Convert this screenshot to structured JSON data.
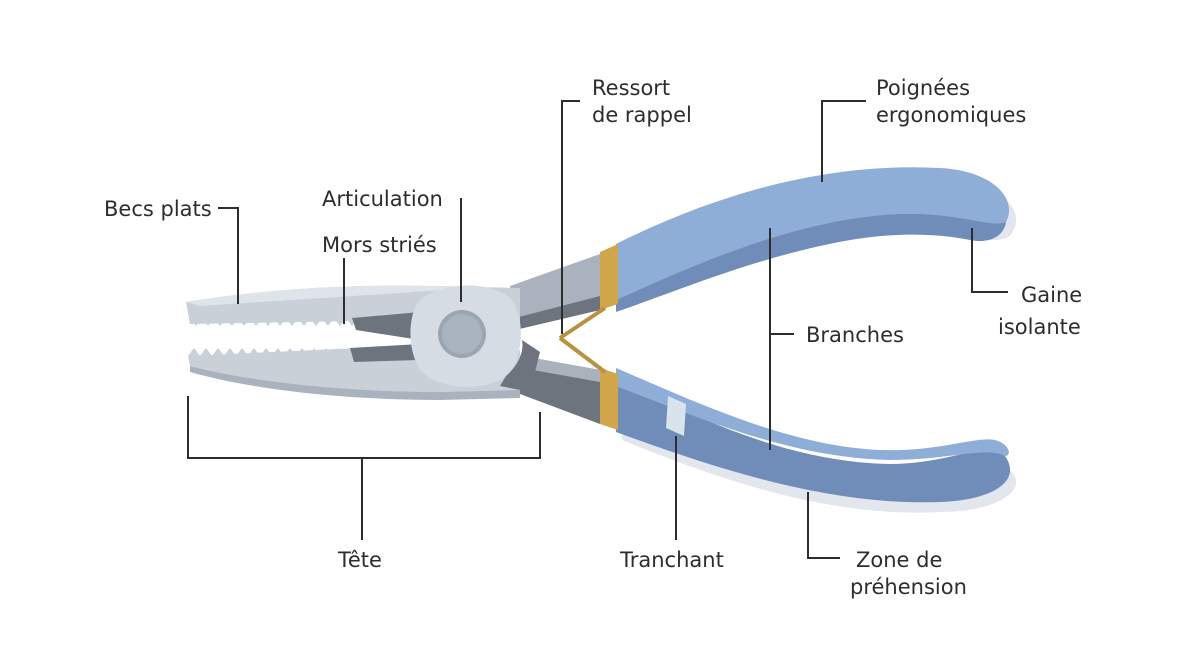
{
  "labels": {
    "becs_plats": "Becs plats",
    "articulation": "Articulation",
    "mors_stries": "Mors striés",
    "ressort_l1": "Ressort",
    "ressort_l2": "de rappel",
    "poignees_l1": "Poignées",
    "poignees_l2": "ergonomiques",
    "gaine_l1": "Gaine",
    "gaine_l2": "isolante",
    "branches": "Branches",
    "tete": "Tête",
    "tranchant": "Tranchant",
    "zone_l1": "Zone de",
    "zone_l2": "préhension"
  },
  "colors": {
    "handle": "#8eaed8",
    "handle_dark": "#6f8db8",
    "handle_shadow": "#e3e6ec",
    "collar": "#d1a54a",
    "metal_light": "#c9d0d8",
    "metal_mid": "#a9b2bd",
    "metal_dark": "#6d747d",
    "pivot": "#9ba6b1",
    "spring": "#b8923f",
    "line": "#2b2d30"
  }
}
